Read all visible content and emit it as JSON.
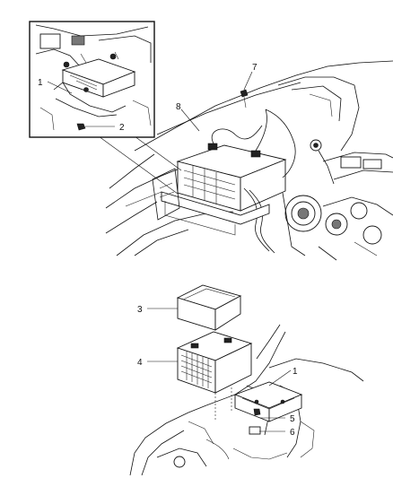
{
  "callouts": {
    "c1_inset": "1",
    "c2_inset": "2",
    "c7": "7",
    "c8": "8",
    "c3": "3",
    "c4": "4",
    "c1_lower": "1",
    "c5": "5",
    "c6": "6"
  }
}
